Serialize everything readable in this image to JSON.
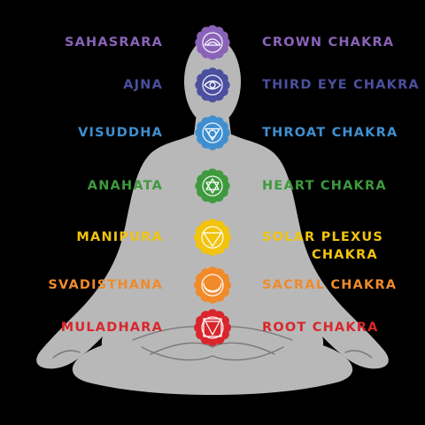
{
  "chakras": [
    {
      "sanskrit": "SAHASRARA",
      "english": "CROWN CHAKRA",
      "english_line2": "",
      "color": "#8a63b8",
      "icon": "lotus-thousand-petal-icon"
    },
    {
      "sanskrit": "AJNA",
      "english": "THIRD EYE CHAKRA",
      "english_line2": "",
      "color": "#4b4f9e",
      "icon": "third-eye-lotus-icon"
    },
    {
      "sanskrit": "VISUDDHA",
      "english": "THROAT CHAKRA",
      "english_line2": "",
      "color": "#3f8fd0",
      "icon": "throat-lotus-icon"
    },
    {
      "sanskrit": "ANAHATA",
      "english": "HEART CHAKRA",
      "english_line2": "",
      "color": "#3e9a3e",
      "icon": "heart-star-icon"
    },
    {
      "sanskrit": "MANIPURA",
      "english": "SOLAR PLEXUS",
      "english_line2": "CHAKRA",
      "color": "#f2c40f",
      "icon": "solar-plexus-triangle-icon"
    },
    {
      "sanskrit": "SVADISTHANA",
      "english": "SACRAL CHAKRA",
      "english_line2": "",
      "color": "#f08a2a",
      "icon": "sacral-crescent-icon"
    },
    {
      "sanskrit": "MULADHARA",
      "english": "ROOT CHAKRA",
      "english_line2": "",
      "color": "#d8262c",
      "icon": "root-square-icon"
    }
  ],
  "colors": {
    "background": "#000000",
    "silhouette": "#b8b8b8",
    "silhouette_line": "#7a7a7a"
  }
}
